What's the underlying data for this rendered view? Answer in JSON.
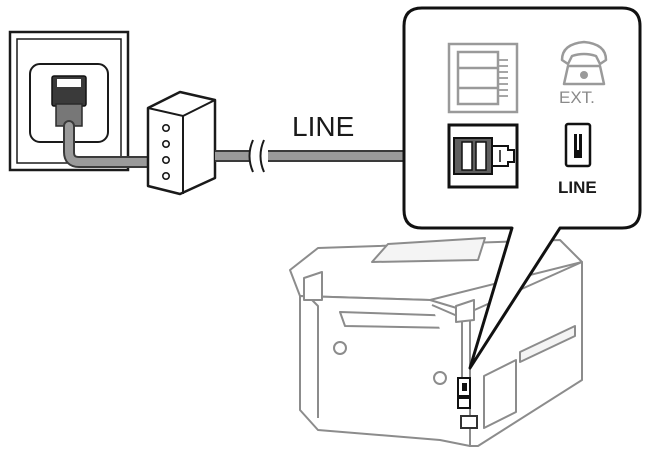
{
  "diagram": {
    "line_cable_label": "LINE",
    "callout": {
      "ext_port_label": "EXT.",
      "line_port_label": "LINE"
    }
  },
  "colors": {
    "cable": "#9a9a9a",
    "cable_outline": "#3a3a3a",
    "connector": "#5f5f5f",
    "printer_line": "#8c8c8c",
    "callout_border": "#111111"
  }
}
